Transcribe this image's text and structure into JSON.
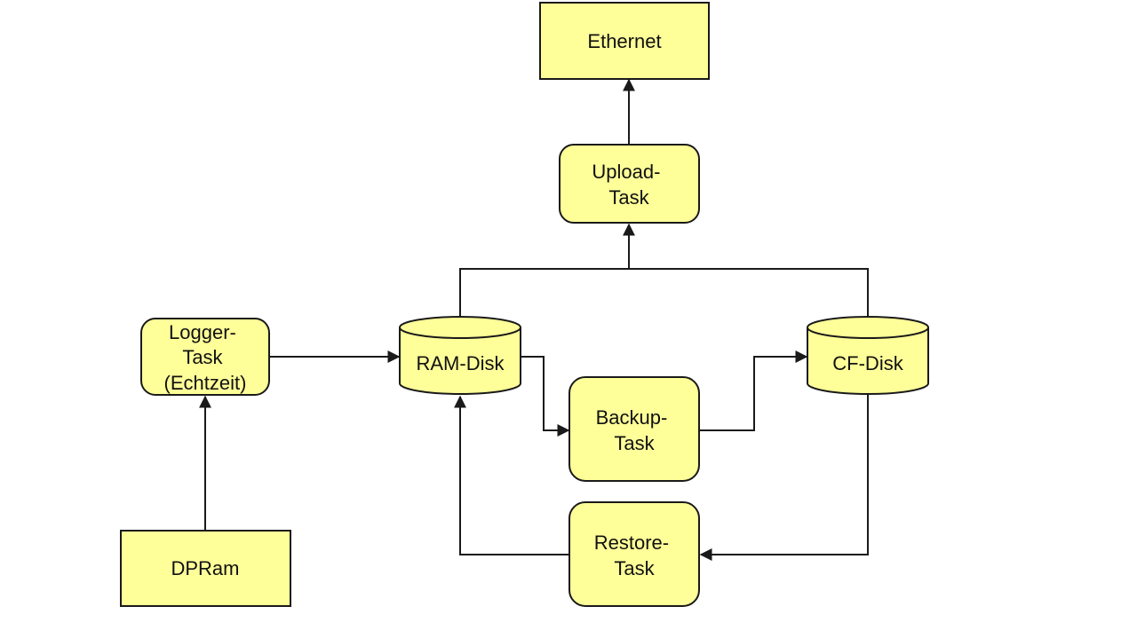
{
  "colors": {
    "node_fill": "#ffff99",
    "stroke": "#1a1a1a",
    "background": "#ffffff"
  },
  "nodes": {
    "ethernet": {
      "lines": [
        "Ethernet"
      ],
      "shape": "rectangle"
    },
    "upload_task": {
      "lines": [
        "Upload-",
        "Task"
      ],
      "shape": "rounded-rectangle"
    },
    "logger_task": {
      "lines": [
        "Logger-",
        "Task",
        "(Echtzeit)"
      ],
      "shape": "rounded-rectangle"
    },
    "ram_disk": {
      "lines": [
        "RAM-Disk"
      ],
      "shape": "cylinder"
    },
    "cf_disk": {
      "lines": [
        "CF-Disk"
      ],
      "shape": "cylinder"
    },
    "backup_task": {
      "lines": [
        "Backup-",
        "Task"
      ],
      "shape": "rounded-rectangle"
    },
    "restore_task": {
      "lines": [
        "Restore-",
        "Task"
      ],
      "shape": "rounded-rectangle"
    },
    "dpram": {
      "lines": [
        "DPRam"
      ],
      "shape": "rectangle"
    }
  },
  "edges": [
    {
      "from": "dpram",
      "to": "logger_task"
    },
    {
      "from": "logger_task",
      "to": "ram_disk"
    },
    {
      "from": "ram_disk",
      "to": "backup_task"
    },
    {
      "from": "backup_task",
      "to": "cf_disk"
    },
    {
      "from": "cf_disk",
      "to": "restore_task"
    },
    {
      "from": "restore_task",
      "to": "ram_disk"
    },
    {
      "from": "ram_disk",
      "to": "upload_task"
    },
    {
      "from": "cf_disk",
      "to": "upload_task"
    },
    {
      "from": "upload_task",
      "to": "ethernet"
    }
  ]
}
